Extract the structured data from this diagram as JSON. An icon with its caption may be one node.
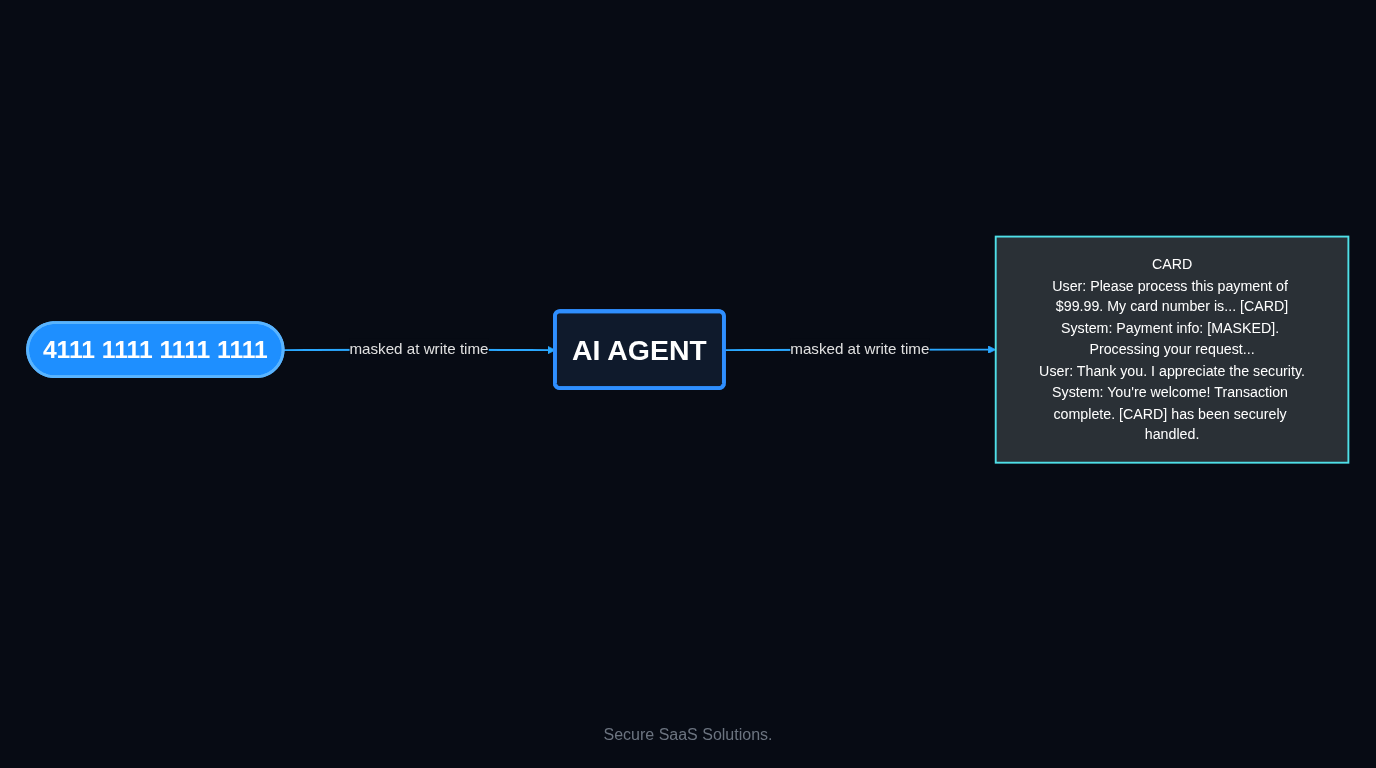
{
  "diagram": {
    "caption": "Secure SaaS Solutions.",
    "nodes": [
      {
        "text": [
          "4111 1111 1111 1111"
        ]
      },
      {
        "text": [
          "AI AGENT"
        ]
      },
      {
        "text": [
          "CARD",
          "User: Please process this payment of $99.99. My card number is... [CARD]",
          "System: Payment info: [MASKED]. Processing your request...",
          "User: Thank you. I appreciate the security.",
          "System: You're welcome! Transaction complete. [CARD] has been securely handled."
        ]
      }
    ],
    "edges": [
      {
        "from": 0,
        "to": 1,
        "arrow": "to",
        "label": "masked at write time"
      },
      {
        "from": 1,
        "to": 2,
        "arrow": "to",
        "label": "masked at write time"
      }
    ]
  }
}
